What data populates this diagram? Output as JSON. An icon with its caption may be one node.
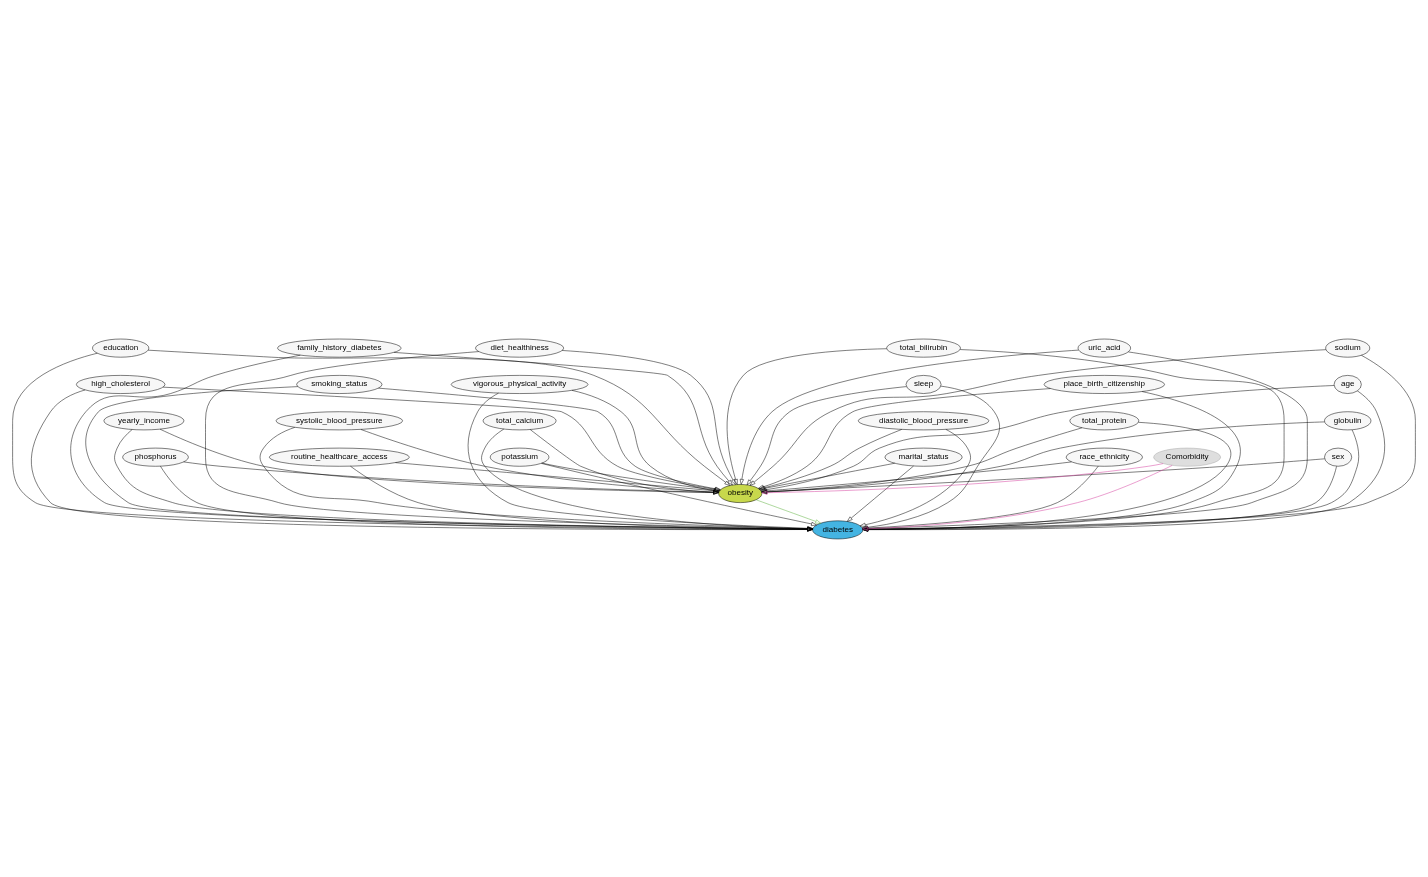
{
  "diagram": {
    "nodes": [
      {
        "text": [
          "education"
        ]
      },
      {
        "text": [
          "family_history_diabetes"
        ]
      },
      {
        "text": [
          "diet_healthiness"
        ]
      },
      {
        "text": [
          "total_bilirubin"
        ]
      },
      {
        "text": [
          "uric_acid"
        ]
      },
      {
        "text": [
          "sodium"
        ]
      },
      {
        "text": [
          "high_cholesterol"
        ]
      },
      {
        "text": [
          "smoking_status"
        ]
      },
      {
        "text": [
          "vigorous_physical_activity"
        ]
      },
      {
        "text": [
          "sleep"
        ]
      },
      {
        "text": [
          "place_birth_citizenship"
        ]
      },
      {
        "text": [
          "age"
        ]
      },
      {
        "text": [
          "yearly_income"
        ]
      },
      {
        "text": [
          "systolic_blood_pressure"
        ]
      },
      {
        "text": [
          "total_calcium"
        ]
      },
      {
        "text": [
          "diastolic_blood_pressure"
        ]
      },
      {
        "text": [
          "total_protein"
        ]
      },
      {
        "text": [
          "globulin"
        ]
      },
      {
        "text": [
          "phosphorus"
        ]
      },
      {
        "text": [
          "routine_healthcare_access"
        ]
      },
      {
        "text": [
          "potassium"
        ]
      },
      {
        "text": [
          "marital_status"
        ]
      },
      {
        "text": [
          "race_ethnicity"
        ]
      },
      {
        "text": [
          "sex"
        ]
      },
      {
        "text": [
          "Comorbidity"
        ]
      },
      {
        "text": [
          "obesity"
        ]
      },
      {
        "text": [
          "diabetes"
        ]
      }
    ],
    "edges": [
      {
        "from": 0,
        "to": 25,
        "arrow": "to"
      },
      {
        "from": 0,
        "to": 26,
        "arrow": "to"
      },
      {
        "from": 1,
        "to": 25,
        "arrow": "to"
      },
      {
        "from": 1,
        "to": 26,
        "arrow": "to"
      },
      {
        "from": 2,
        "to": 25,
        "arrow": "to"
      },
      {
        "from": 2,
        "to": 26,
        "arrow": "to"
      },
      {
        "from": 3,
        "to": 25,
        "arrow": "to"
      },
      {
        "from": 3,
        "to": 26,
        "arrow": "to"
      },
      {
        "from": 4,
        "to": 25,
        "arrow": "to"
      },
      {
        "from": 4,
        "to": 26,
        "arrow": "to"
      },
      {
        "from": 5,
        "to": 25,
        "arrow": "to"
      },
      {
        "from": 5,
        "to": 26,
        "arrow": "to"
      },
      {
        "from": 6,
        "to": 25,
        "arrow": "to"
      },
      {
        "from": 6,
        "to": 26,
        "arrow": "to"
      },
      {
        "from": 7,
        "to": 25,
        "arrow": "to"
      },
      {
        "from": 7,
        "to": 26,
        "arrow": "to"
      },
      {
        "from": 8,
        "to": 25,
        "arrow": "to"
      },
      {
        "from": 8,
        "to": 26,
        "arrow": "to"
      },
      {
        "from": 9,
        "to": 25,
        "arrow": "to"
      },
      {
        "from": 9,
        "to": 26,
        "arrow": "to"
      },
      {
        "from": 10,
        "to": 25,
        "arrow": "to"
      },
      {
        "from": 10,
        "to": 26,
        "arrow": "to"
      },
      {
        "from": 11,
        "to": 25,
        "arrow": "to"
      },
      {
        "from": 11,
        "to": 26,
        "arrow": "to"
      },
      {
        "from": 12,
        "to": 25,
        "arrow": "to"
      },
      {
        "from": 12,
        "to": 26,
        "arrow": "to"
      },
      {
        "from": 13,
        "to": 25,
        "arrow": "to"
      },
      {
        "from": 13,
        "to": 26,
        "arrow": "to"
      },
      {
        "from": 14,
        "to": 25,
        "arrow": "to"
      },
      {
        "from": 14,
        "to": 26,
        "arrow": "to"
      },
      {
        "from": 15,
        "to": 25,
        "arrow": "to"
      },
      {
        "from": 15,
        "to": 26,
        "arrow": "to"
      },
      {
        "from": 16,
        "to": 25,
        "arrow": "to"
      },
      {
        "from": 16,
        "to": 26,
        "arrow": "to"
      },
      {
        "from": 17,
        "to": 25,
        "arrow": "to"
      },
      {
        "from": 17,
        "to": 26,
        "arrow": "to"
      },
      {
        "from": 18,
        "to": 25,
        "arrow": "to"
      },
      {
        "from": 18,
        "to": 26,
        "arrow": "to"
      },
      {
        "from": 19,
        "to": 25,
        "arrow": "to"
      },
      {
        "from": 19,
        "to": 26,
        "arrow": "to"
      },
      {
        "from": 20,
        "to": 25,
        "arrow": "to"
      },
      {
        "from": 20,
        "to": 26,
        "arrow": "to"
      },
      {
        "from": 21,
        "to": 25,
        "arrow": "to"
      },
      {
        "from": 21,
        "to": 26,
        "arrow": "to"
      },
      {
        "from": 22,
        "to": 25,
        "arrow": "to"
      },
      {
        "from": 22,
        "to": 26,
        "arrow": "to"
      },
      {
        "from": 23,
        "to": 25,
        "arrow": "to"
      },
      {
        "from": 23,
        "to": 26,
        "arrow": "to"
      },
      {
        "from": 24,
        "to": 25,
        "arrow": "to",
        "color": "#d63fa0"
      },
      {
        "from": 24,
        "to": 26,
        "arrow": "to",
        "color": "#d63fa0"
      },
      {
        "from": 25,
        "to": 26,
        "arrow": "to",
        "color": "#5eb13e"
      }
    ]
  }
}
